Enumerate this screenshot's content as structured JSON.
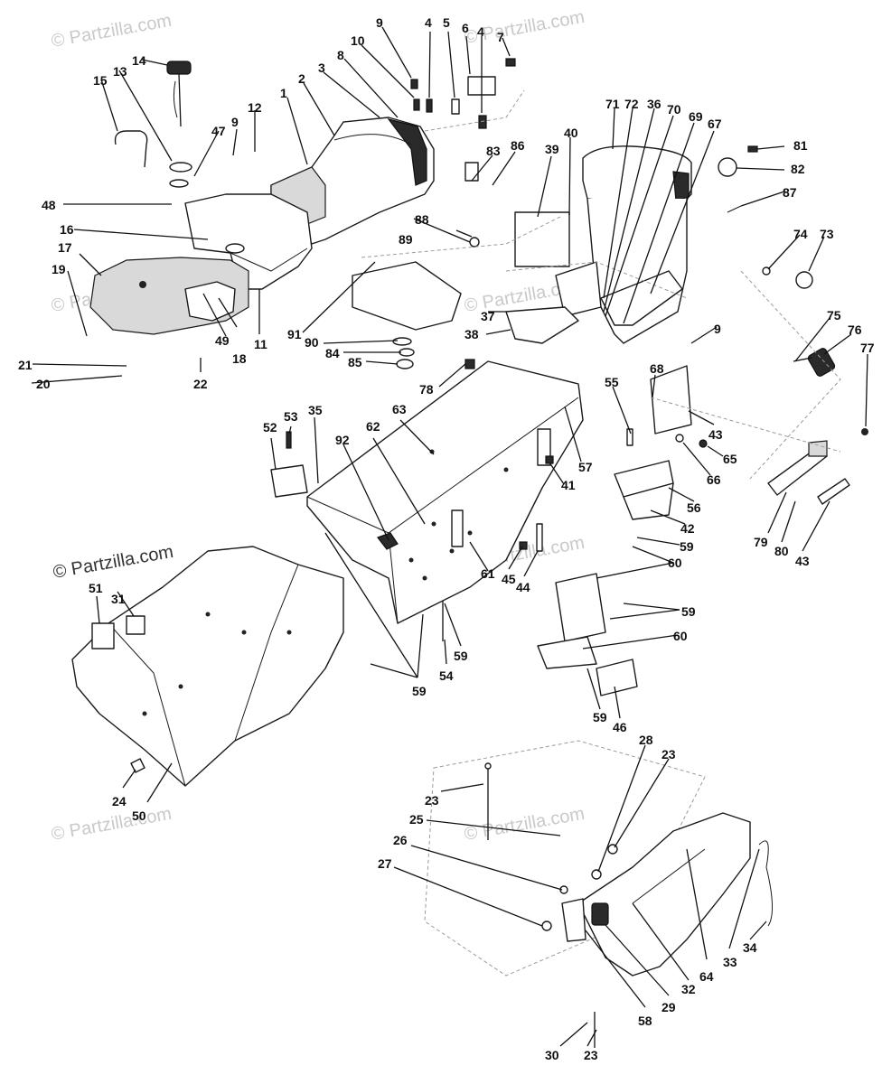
{
  "watermarks": {
    "main": "© Partzilla.com",
    "faint": "© Partzilla.com"
  },
  "colors": {
    "ink": "#1a1a1a",
    "paper": "#ffffff",
    "watermark": "#c9c9c9"
  },
  "callouts": [
    {
      "id": "c1",
      "text": "1"
    },
    {
      "id": "c2",
      "text": "2"
    },
    {
      "id": "c3",
      "text": "3"
    },
    {
      "id": "c4a",
      "text": "4"
    },
    {
      "id": "c4b",
      "text": "4"
    },
    {
      "id": "c5",
      "text": "5"
    },
    {
      "id": "c6",
      "text": "6"
    },
    {
      "id": "c7",
      "text": "7"
    },
    {
      "id": "c8",
      "text": "8"
    },
    {
      "id": "c9a",
      "text": "9"
    },
    {
      "id": "c9b",
      "text": "9"
    },
    {
      "id": "c9c",
      "text": "9"
    },
    {
      "id": "c10",
      "text": "10"
    },
    {
      "id": "c11",
      "text": "11"
    },
    {
      "id": "c12",
      "text": "12"
    },
    {
      "id": "c13",
      "text": "13"
    },
    {
      "id": "c14",
      "text": "14"
    },
    {
      "id": "c15",
      "text": "15"
    },
    {
      "id": "c16",
      "text": "16"
    },
    {
      "id": "c17",
      "text": "17"
    },
    {
      "id": "c18",
      "text": "18"
    },
    {
      "id": "c19",
      "text": "19"
    },
    {
      "id": "c20",
      "text": "20"
    },
    {
      "id": "c21",
      "text": "21"
    },
    {
      "id": "c22",
      "text": "22"
    },
    {
      "id": "c23a",
      "text": "23"
    },
    {
      "id": "c23b",
      "text": "23"
    },
    {
      "id": "c23c",
      "text": "23"
    },
    {
      "id": "c24",
      "text": "24"
    },
    {
      "id": "c25",
      "text": "25"
    },
    {
      "id": "c26",
      "text": "26"
    },
    {
      "id": "c27",
      "text": "27"
    },
    {
      "id": "c28",
      "text": "28"
    },
    {
      "id": "c29",
      "text": "29"
    },
    {
      "id": "c30",
      "text": "30"
    },
    {
      "id": "c31",
      "text": "31"
    },
    {
      "id": "c32",
      "text": "32"
    },
    {
      "id": "c33",
      "text": "33"
    },
    {
      "id": "c34",
      "text": "34"
    },
    {
      "id": "c35",
      "text": "35"
    },
    {
      "id": "c36",
      "text": "36"
    },
    {
      "id": "c37",
      "text": "37"
    },
    {
      "id": "c38",
      "text": "38"
    },
    {
      "id": "c39",
      "text": "39"
    },
    {
      "id": "c40",
      "text": "40"
    },
    {
      "id": "c41",
      "text": "41"
    },
    {
      "id": "c42",
      "text": "42"
    },
    {
      "id": "c43a",
      "text": "43"
    },
    {
      "id": "c43b",
      "text": "43"
    },
    {
      "id": "c44",
      "text": "44"
    },
    {
      "id": "c45",
      "text": "45"
    },
    {
      "id": "c46",
      "text": "46"
    },
    {
      "id": "c47",
      "text": "47"
    },
    {
      "id": "c48",
      "text": "48"
    },
    {
      "id": "c49",
      "text": "49"
    },
    {
      "id": "c50",
      "text": "50"
    },
    {
      "id": "c51",
      "text": "51"
    },
    {
      "id": "c52",
      "text": "52"
    },
    {
      "id": "c53",
      "text": "53"
    },
    {
      "id": "c54",
      "text": "54"
    },
    {
      "id": "c55",
      "text": "55"
    },
    {
      "id": "c56",
      "text": "56"
    },
    {
      "id": "c57",
      "text": "57"
    },
    {
      "id": "c58",
      "text": "58"
    },
    {
      "id": "c59a",
      "text": "59"
    },
    {
      "id": "c59b",
      "text": "59"
    },
    {
      "id": "c59c",
      "text": "59"
    },
    {
      "id": "c59d",
      "text": "59"
    },
    {
      "id": "c59e",
      "text": "59"
    },
    {
      "id": "c60a",
      "text": "60"
    },
    {
      "id": "c60b",
      "text": "60"
    },
    {
      "id": "c61",
      "text": "61"
    },
    {
      "id": "c62",
      "text": "62"
    },
    {
      "id": "c63",
      "text": "63"
    },
    {
      "id": "c64",
      "text": "64"
    },
    {
      "id": "c65",
      "text": "65"
    },
    {
      "id": "c66",
      "text": "66"
    },
    {
      "id": "c67",
      "text": "67"
    },
    {
      "id": "c68",
      "text": "68"
    },
    {
      "id": "c69",
      "text": "69"
    },
    {
      "id": "c70",
      "text": "70"
    },
    {
      "id": "c71",
      "text": "71"
    },
    {
      "id": "c72",
      "text": "72"
    },
    {
      "id": "c73",
      "text": "73"
    },
    {
      "id": "c74",
      "text": "74"
    },
    {
      "id": "c75",
      "text": "75"
    },
    {
      "id": "c76",
      "text": "76"
    },
    {
      "id": "c77",
      "text": "77"
    },
    {
      "id": "c78",
      "text": "78"
    },
    {
      "id": "c79",
      "text": "79"
    },
    {
      "id": "c80",
      "text": "80"
    },
    {
      "id": "c81",
      "text": "81"
    },
    {
      "id": "c82",
      "text": "82"
    },
    {
      "id": "c83",
      "text": "83"
    },
    {
      "id": "c84",
      "text": "84"
    },
    {
      "id": "c85",
      "text": "85"
    },
    {
      "id": "c86",
      "text": "86"
    },
    {
      "id": "c87",
      "text": "87"
    },
    {
      "id": "c88",
      "text": "88"
    },
    {
      "id": "c89",
      "text": "89"
    },
    {
      "id": "c90",
      "text": "90"
    },
    {
      "id": "c91",
      "text": "91"
    },
    {
      "id": "c92",
      "text": "92"
    }
  ]
}
